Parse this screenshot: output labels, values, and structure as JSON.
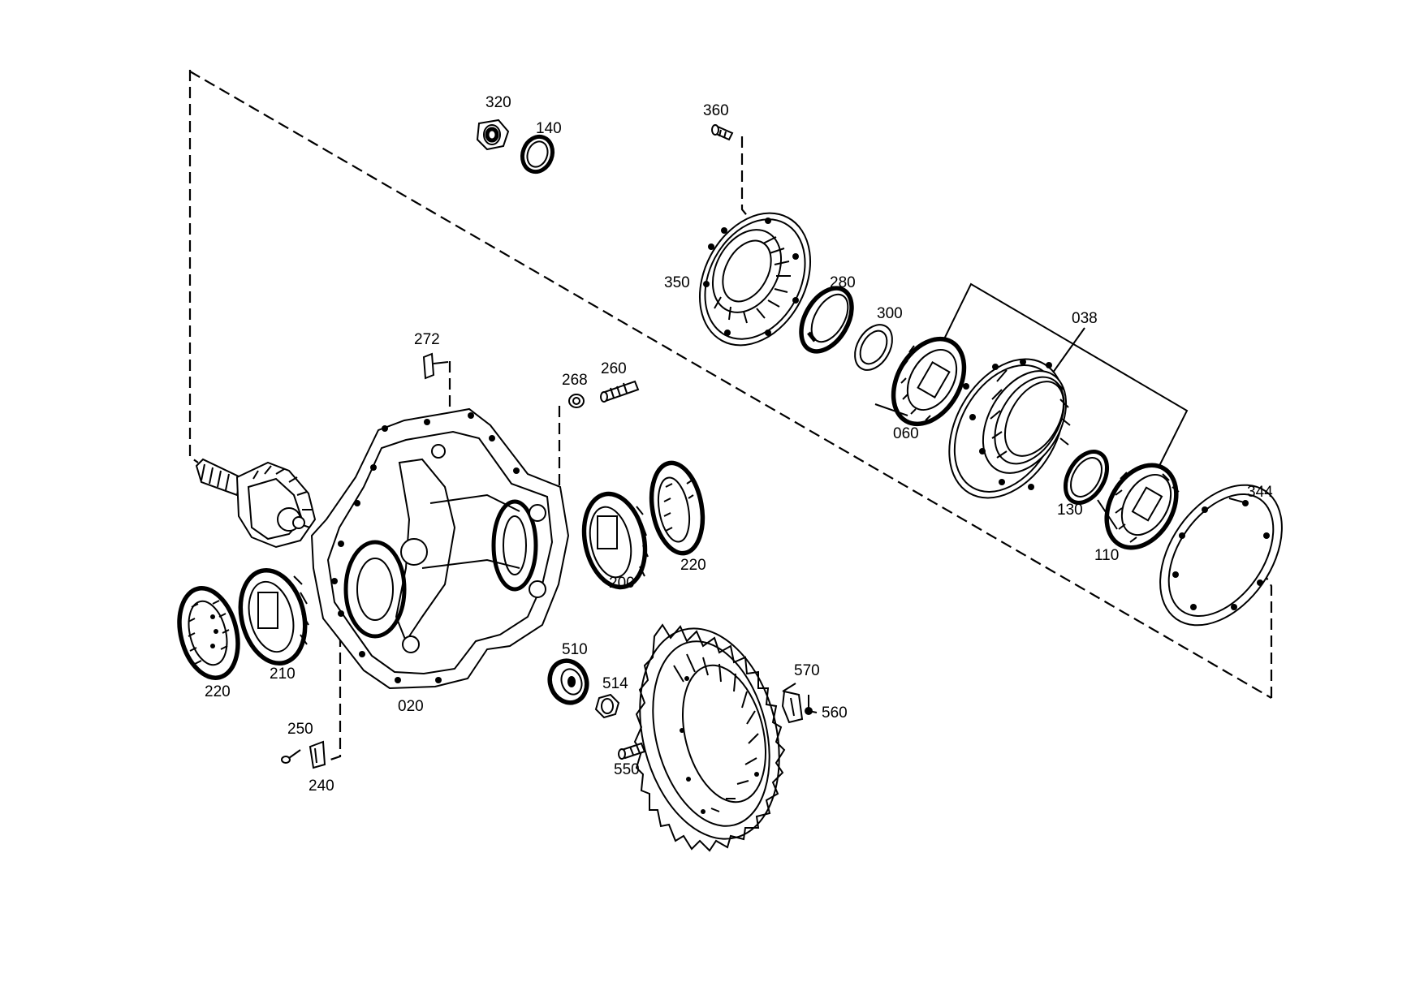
{
  "diagram": {
    "type": "exploded-parts-view",
    "labels": {
      "p320": "320",
      "p140": "140",
      "p360": "360",
      "p350": "350",
      "p280": "280",
      "p300": "300",
      "p038": "038",
      "p060": "060",
      "p130": "130",
      "p110": "110",
      "p344": "344",
      "p272": "272",
      "p268": "268",
      "p260": "260",
      "p200": "200",
      "p220a": "220",
      "p220b": "220",
      "p210": "210",
      "p020": "020",
      "p510": "510",
      "p514": "514",
      "p570": "570",
      "p560": "560",
      "p550": "550",
      "p250": "250",
      "p240": "240"
    }
  }
}
